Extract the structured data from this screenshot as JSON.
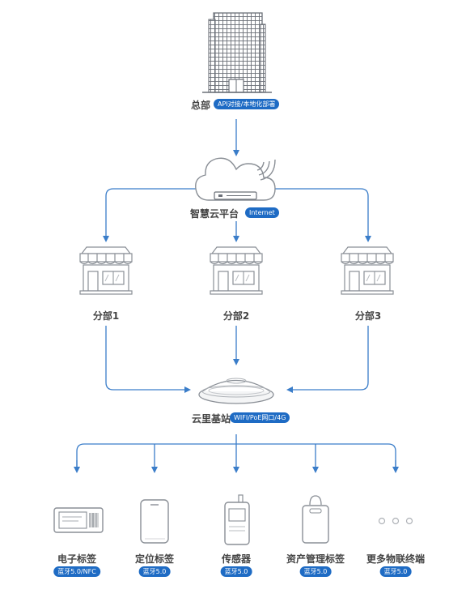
{
  "hq": {
    "label": "总部",
    "badge": "API对接/本地化部署"
  },
  "cloud": {
    "label": "智慧云平台",
    "badge": "Internet"
  },
  "branches": [
    {
      "label": "分部1"
    },
    {
      "label": "分部2"
    },
    {
      "label": "分部3"
    }
  ],
  "station": {
    "label": "云里基站",
    "badge": "WIFI/PoE网口/4G"
  },
  "devices": [
    {
      "label": "电子标签",
      "badge": "蓝牙5.0/NFC"
    },
    {
      "label": "定位标签",
      "badge": "蓝牙5.0"
    },
    {
      "label": "传感器",
      "badge": "蓝牙5.0"
    },
    {
      "label": "资产管理标签",
      "badge": "蓝牙5.0"
    },
    {
      "label": "更多物联终端",
      "badge": "蓝牙5.0"
    }
  ],
  "colors": {
    "accent": "#1e6bc4",
    "line": "#3a7dc9",
    "icon": "#8a8f96"
  }
}
